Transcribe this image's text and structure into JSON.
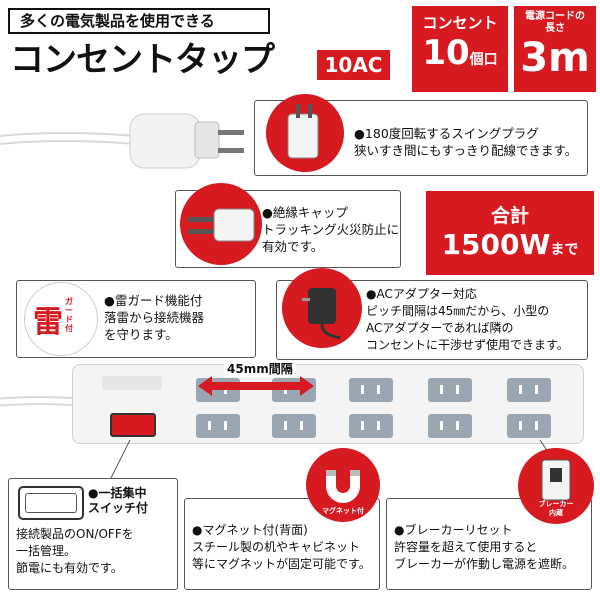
{
  "header": {
    "subtitle": "多くの電気製品を使用できる",
    "title": "コンセントタップ",
    "rating": "10AC"
  },
  "badges": {
    "outlets_label": "コンセント",
    "outlets_value": "10",
    "outlets_unit": "個口",
    "cord_label_line1": "電源コードの",
    "cord_label_line2": "長さ",
    "cord_value": "3m"
  },
  "features": {
    "swing_plug": {
      "line1": "●180度回転するスイングプラグ",
      "line2": "狭いすき間にもすっきり配線できます。"
    },
    "insulation_cap": {
      "line1": "●絶縁キャップ",
      "line2": "トラッキング火災防止に",
      "line3": "有効です。"
    },
    "total": {
      "label": "合計",
      "value": "1500W",
      "suffix": "まで"
    },
    "lightning": {
      "badge_main": "雷",
      "badge_sub": "ガード付",
      "line1": "●雷ガード機能付",
      "line2": "落雷から接続機器",
      "line3": "を守ります。"
    },
    "ac_adapter": {
      "line1": "●ACアダプター対応",
      "line2": "ピッチ間隔は45㎜だから、小型の",
      "line3": "ACアダプターであれば隣の",
      "line4": "コンセントに干渉せず使用できます。"
    },
    "spacing_label": "45mm間隔",
    "switch": {
      "line1": "●一括集中",
      "line2": "スイッチ付",
      "line3": "接続製品のON/OFFを",
      "line4": "一括管理。",
      "line5": "節電にも有効です。"
    },
    "magnet": {
      "badge": "マグネット付",
      "line1": "●マグネット付(背面)",
      "line2": "スチール製の机やキャビネット",
      "line3": "等にマグネットが固定可能です。"
    },
    "breaker": {
      "badge_line1": "ブレーカー",
      "badge_line2": "内蔵",
      "line1": "●ブレーカーリセット",
      "line2": "許容量を超えて使用すると",
      "line3": "ブレーカーが作動し電源を遮断。"
    }
  },
  "colors": {
    "accent": "#d71920",
    "socket": "#9aa7b2",
    "strip": "#f4f4f4"
  }
}
